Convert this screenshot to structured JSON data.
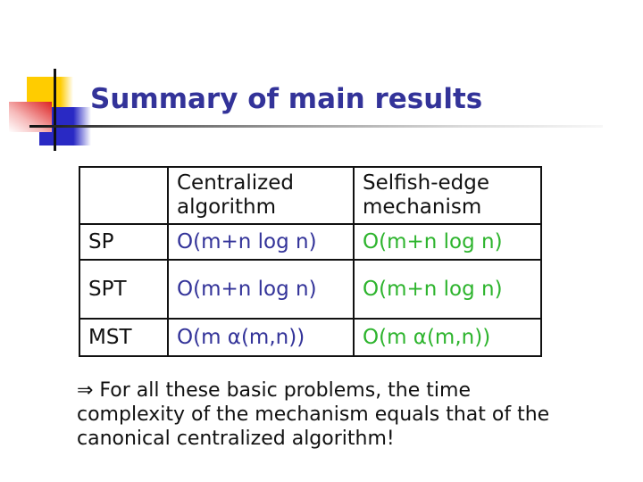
{
  "colors": {
    "title": "#333399",
    "value-blue": "#333399",
    "value-green": "#2db42d",
    "decor-yellow": "#ffcc00",
    "decor-red": "#dd2222",
    "decor-blue": "#2929c4",
    "text-black": "#1a1a1a"
  },
  "slide": {
    "title": "Summary of main results"
  },
  "table": {
    "headers": {
      "centralized": "Centralized algorithm",
      "selfish": "Selfish-edge mechanism"
    },
    "rows": [
      {
        "label": "SP",
        "centralized": "O(m+n log n)",
        "selfish": "O(m+n log n)"
      },
      {
        "label": "SPT",
        "centralized": "O(m+n log n)",
        "selfish": "O(m+n log n)"
      },
      {
        "label": "MST",
        "centralized": "O(m α(m,n))",
        "selfish": "O(m α(m,n))"
      }
    ]
  },
  "footer": {
    "lines": [
      "⇒ For all these basic problems, the time",
      "complexity of the mechanism equals that of the",
      "canonical centralized algorithm!"
    ]
  }
}
